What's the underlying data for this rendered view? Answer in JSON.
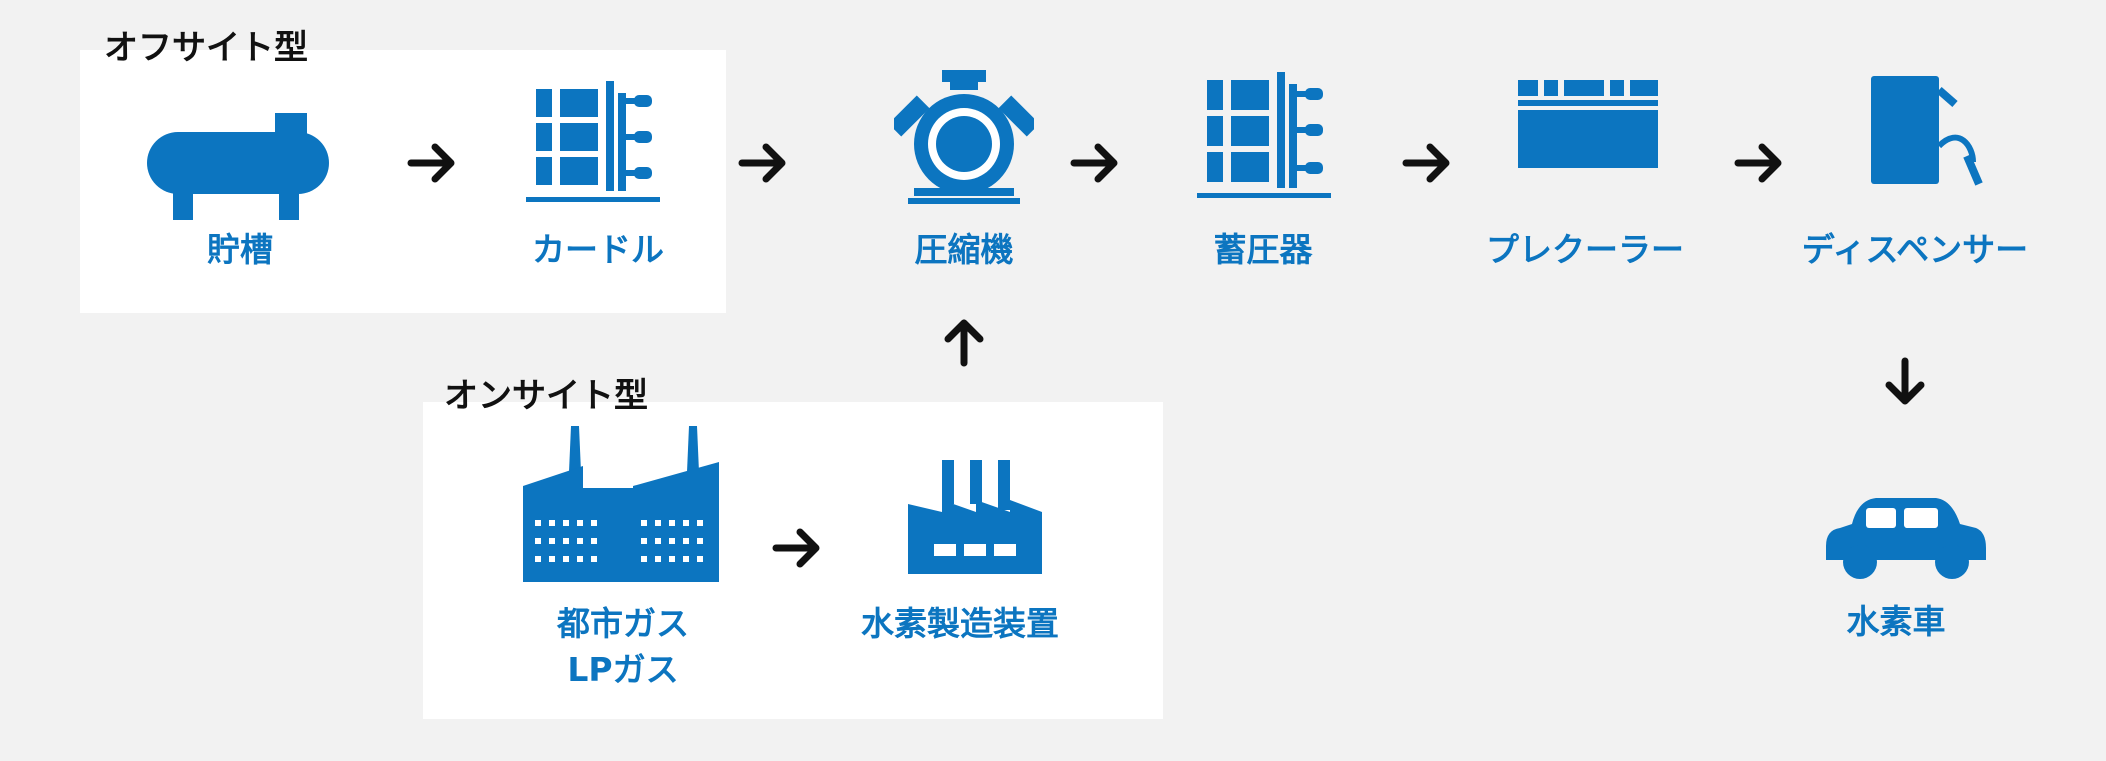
{
  "colors": {
    "icon": "#0c75c0",
    "arrow": "#111111",
    "panel": "#ffffff",
    "background": "#f2f2f2"
  },
  "groups": {
    "offsite": {
      "title": "オフサイト型"
    },
    "onsite": {
      "title": "オンサイト型"
    }
  },
  "nodes": {
    "storage_tank": {
      "label": "貯槽",
      "icon": "storage-tank-icon"
    },
    "curdle": {
      "label": "カードル",
      "icon": "cylinder-bundle-icon"
    },
    "compressor": {
      "label": "圧縮機",
      "icon": "compressor-icon"
    },
    "accumulator": {
      "label": "蓄圧器",
      "icon": "accumulator-icon"
    },
    "precooler": {
      "label": "プレクーラー",
      "icon": "precooler-icon"
    },
    "dispenser": {
      "label": "ディスペンサー",
      "icon": "dispenser-icon"
    },
    "city_gas": {
      "label_line1": "都市ガス",
      "label_line2": "LPガス",
      "icon": "gas-plant-icon"
    },
    "hydrogen_generator": {
      "label": "水素製造装置",
      "icon": "factory-icon"
    },
    "hydrogen_vehicle": {
      "label": "水素車",
      "icon": "car-icon"
    }
  }
}
